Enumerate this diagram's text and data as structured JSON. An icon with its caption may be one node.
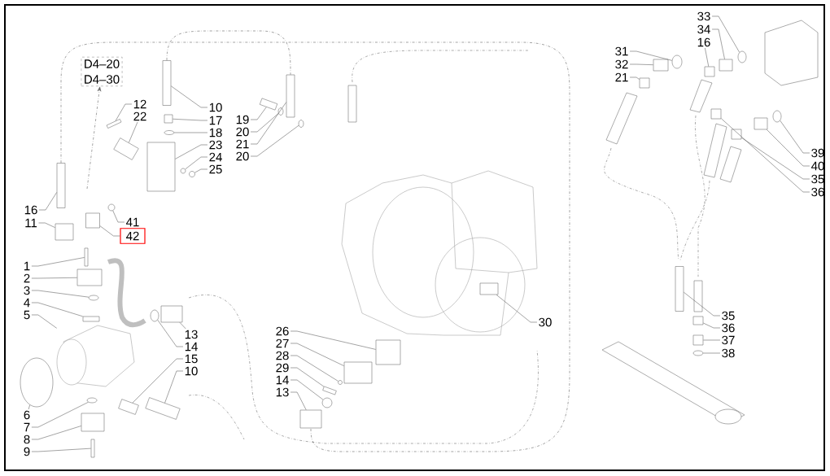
{
  "diagram": {
    "nodes": [
      {
        "text": [
          "D4–20",
          "D4–30"
        ]
      },
      {
        "text": [
          "12"
        ]
      },
      {
        "text": [
          "22"
        ]
      },
      {
        "text": [
          "10"
        ]
      },
      {
        "text": [
          "17"
        ]
      },
      {
        "text": [
          "18"
        ]
      },
      {
        "text": [
          "23"
        ]
      },
      {
        "text": [
          "24"
        ]
      },
      {
        "text": [
          "25"
        ]
      },
      {
        "text": [
          "19"
        ]
      },
      {
        "text": [
          "20"
        ]
      },
      {
        "text": [
          "21"
        ]
      },
      {
        "text": [
          "20"
        ]
      },
      {
        "text": [
          "16"
        ]
      },
      {
        "text": [
          "11"
        ]
      },
      {
        "text": [
          "41"
        ]
      },
      {
        "text": [
          "42"
        ]
      },
      {
        "text": [
          "1"
        ]
      },
      {
        "text": [
          "2"
        ]
      },
      {
        "text": [
          "3"
        ]
      },
      {
        "text": [
          "4"
        ]
      },
      {
        "text": [
          "5"
        ]
      },
      {
        "text": [
          "13"
        ]
      },
      {
        "text": [
          "14"
        ]
      },
      {
        "text": [
          "15"
        ]
      },
      {
        "text": [
          "10"
        ]
      },
      {
        "text": [
          "6"
        ]
      },
      {
        "text": [
          "7"
        ]
      },
      {
        "text": [
          "8"
        ]
      },
      {
        "text": [
          "9"
        ]
      },
      {
        "text": [
          "26"
        ]
      },
      {
        "text": [
          "27"
        ]
      },
      {
        "text": [
          "28"
        ]
      },
      {
        "text": [
          "29"
        ]
      },
      {
        "text": [
          "14"
        ]
      },
      {
        "text": [
          "13"
        ]
      },
      {
        "text": [
          "30"
        ]
      },
      {
        "text": [
          "33"
        ]
      },
      {
        "text": [
          "31"
        ]
      },
      {
        "text": [
          "34"
        ]
      },
      {
        "text": [
          "32"
        ]
      },
      {
        "text": [
          "16"
        ]
      },
      {
        "text": [
          "21"
        ]
      },
      {
        "text": [
          "39"
        ]
      },
      {
        "text": [
          "40"
        ]
      },
      {
        "text": [
          "35"
        ]
      },
      {
        "text": [
          "36"
        ]
      },
      {
        "text": [
          "35"
        ]
      },
      {
        "text": [
          "36"
        ]
      },
      {
        "text": [
          "37"
        ]
      },
      {
        "text": [
          "38"
        ]
      },
      {
        "text": [],
        "shape": "box"
      },
      {
        "text": [],
        "shape": "box"
      },
      {
        "text": [],
        "shape": "box"
      },
      {
        "text": [],
        "shape": "box"
      },
      {
        "text": [],
        "shape": "circle"
      },
      {
        "text": [],
        "shape": "box"
      },
      {
        "text": [],
        "shape": "circle"
      },
      {
        "text": [],
        "shape": "circle"
      },
      {
        "text": [],
        "shape": "box"
      },
      {
        "text": [],
        "shape": "circle"
      },
      {
        "text": [],
        "shape": "box"
      },
      {
        "text": [],
        "shape": "circle"
      },
      {
        "text": [],
        "shape": "box"
      },
      {
        "text": [],
        "shape": "box"
      },
      {
        "text": [],
        "shape": "circle"
      },
      {
        "text": [],
        "shape": "box"
      },
      {
        "text": [],
        "shape": "box"
      },
      {
        "text": [],
        "shape": "box"
      },
      {
        "text": [],
        "shape": "circle"
      },
      {
        "text": [],
        "shape": "box"
      },
      {
        "text": [],
        "shape": "picture"
      },
      {
        "text": [],
        "shape": "box"
      },
      {
        "text": [],
        "shape": "circle"
      },
      {
        "text": [],
        "shape": "box"
      },
      {
        "text": [],
        "shape": "box"
      },
      {
        "text": [],
        "shape": "circle"
      },
      {
        "text": [],
        "shape": "circle"
      },
      {
        "text": [],
        "shape": "box"
      },
      {
        "text": [],
        "shape": "box"
      },
      {
        "text": [],
        "shape": "box"
      },
      {
        "text": [],
        "shape": "box"
      },
      {
        "text": [],
        "shape": "circle"
      },
      {
        "text": [],
        "shape": "box"
      },
      {
        "text": [],
        "shape": "circle"
      },
      {
        "text": [],
        "shape": "box"
      },
      {
        "text": [],
        "shape": "box"
      },
      {
        "text": [],
        "shape": "circle"
      },
      {
        "text": [],
        "shape": "circle"
      },
      {
        "text": [],
        "shape": "box"
      },
      {
        "text": [],
        "shape": "box"
      },
      {
        "text": [],
        "shape": "box"
      },
      {
        "text": [],
        "shape": "box"
      },
      {
        "text": [],
        "shape": "circle"
      },
      {
        "text": [],
        "shape": "box"
      },
      {
        "text": [],
        "shape": "box"
      },
      {
        "text": [],
        "shape": "box"
      },
      {
        "text": [],
        "shape": "box"
      },
      {
        "text": [],
        "shape": "box"
      },
      {
        "text": [],
        "shape": "box"
      },
      {
        "text": [],
        "shape": "circle"
      }
    ],
    "edges": [
      {
        "from": null,
        "to": 0,
        "arrow": "to",
        "style": "dashed"
      },
      {
        "from": 1,
        "to": 51,
        "arrow": "none"
      },
      {
        "from": 2,
        "to": 52,
        "arrow": "none"
      },
      {
        "from": 3,
        "to": 53,
        "arrow": "none"
      },
      {
        "from": 4,
        "to": 54,
        "arrow": "none"
      },
      {
        "from": 5,
        "to": 55,
        "arrow": "none"
      },
      {
        "from": 6,
        "to": 56,
        "arrow": "none"
      },
      {
        "from": 7,
        "to": 57,
        "arrow": "none"
      },
      {
        "from": 8,
        "to": 58,
        "arrow": "none"
      },
      {
        "from": 9,
        "to": 59,
        "arrow": "none"
      },
      {
        "from": 10,
        "to": 60,
        "arrow": "none"
      },
      {
        "from": 11,
        "to": 61,
        "arrow": "none"
      },
      {
        "from": 12,
        "to": 62,
        "arrow": "none"
      },
      {
        "from": 13,
        "to": 63,
        "arrow": "none"
      },
      {
        "from": 14,
        "to": 64,
        "arrow": "none"
      },
      {
        "from": 15,
        "to": 65,
        "arrow": "none"
      },
      {
        "from": 16,
        "to": 66,
        "arrow": "none"
      },
      {
        "from": 17,
        "to": 67,
        "arrow": "none"
      },
      {
        "from": 18,
        "to": 68,
        "arrow": "none"
      },
      {
        "from": 19,
        "to": 69,
        "arrow": "none"
      },
      {
        "from": 20,
        "to": 70,
        "arrow": "none"
      },
      {
        "from": 21,
        "to": 71,
        "arrow": "none"
      },
      {
        "from": 22,
        "to": 72,
        "arrow": "none"
      },
      {
        "from": 23,
        "to": 73,
        "arrow": "none"
      },
      {
        "from": 24,
        "to": 74,
        "arrow": "none"
      },
      {
        "from": 25,
        "to": 75,
        "arrow": "none"
      },
      {
        "from": 26,
        "to": 76,
        "arrow": "none"
      },
      {
        "from": 27,
        "to": 77,
        "arrow": "none"
      },
      {
        "from": 28,
        "to": 78,
        "arrow": "none"
      },
      {
        "from": 29,
        "to": 79,
        "arrow": "none"
      },
      {
        "from": 30,
        "to": 80,
        "arrow": "none"
      },
      {
        "from": 31,
        "to": 81,
        "arrow": "none"
      },
      {
        "from": 32,
        "to": 82,
        "arrow": "none"
      },
      {
        "from": 33,
        "to": 83,
        "arrow": "none"
      },
      {
        "from": 34,
        "to": 84,
        "arrow": "none"
      },
      {
        "from": 35,
        "to": 85,
        "arrow": "none"
      },
      {
        "from": 36,
        "to": 86,
        "arrow": "none"
      },
      {
        "from": 37,
        "to": 87,
        "arrow": "none"
      },
      {
        "from": 38,
        "to": 88,
        "arrow": "none"
      },
      {
        "from": 39,
        "to": 89,
        "arrow": "none"
      },
      {
        "from": 40,
        "to": 90,
        "arrow": "none"
      },
      {
        "from": 41,
        "to": 91,
        "arrow": "none"
      },
      {
        "from": 42,
        "to": 92,
        "arrow": "none"
      },
      {
        "from": 43,
        "to": 93,
        "arrow": "none"
      },
      {
        "from": 44,
        "to": 94,
        "arrow": "none"
      },
      {
        "from": 45,
        "to": 95,
        "arrow": "none"
      },
      {
        "from": 46,
        "to": 96,
        "arrow": "none"
      },
      {
        "from": 47,
        "to": 97,
        "arrow": "none"
      },
      {
        "from": 48,
        "to": 98,
        "arrow": "none"
      },
      {
        "from": 49,
        "to": 99,
        "arrow": "none"
      },
      {
        "from": 50,
        "to": 100,
        "arrow": "none"
      },
      {
        "from": 63,
        "to": 85,
        "arrow": "none",
        "style": "dashed"
      },
      {
        "from": 53,
        "to": 61,
        "arrow": "none",
        "style": "dashed"
      }
    ]
  }
}
